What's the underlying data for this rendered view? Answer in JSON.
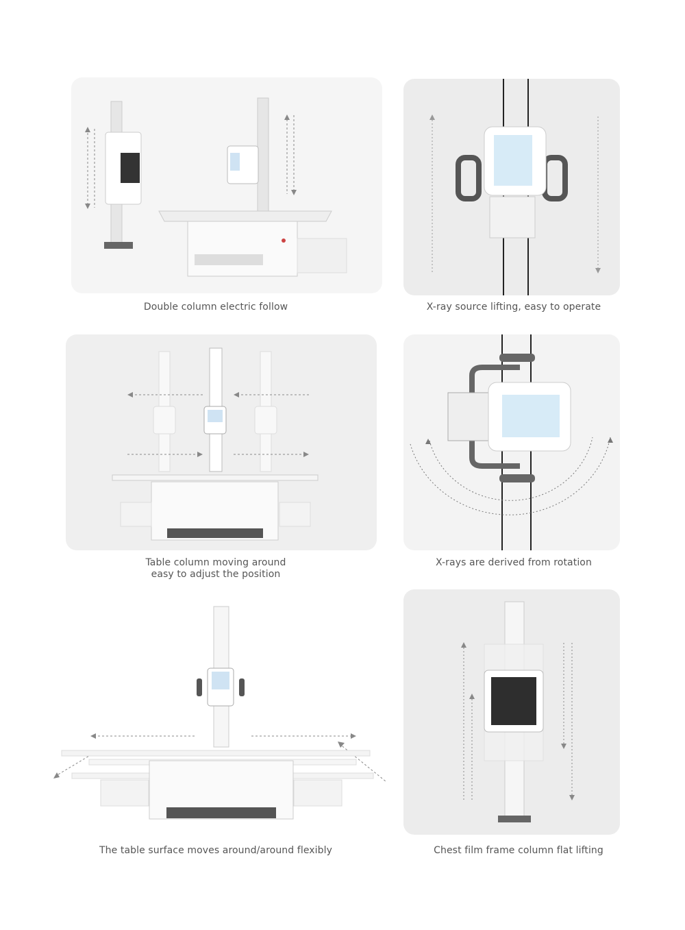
{
  "features": [
    {
      "caption": "Double column electric follow"
    },
    {
      "caption": "X-ray source lifting, easy to operate"
    },
    {
      "caption_lines": [
        "Table column moving around",
        "easy to adjust the position"
      ]
    },
    {
      "caption": "X-rays are derived from rotation"
    },
    {
      "caption": "The table surface moves around/around flexibly"
    },
    {
      "caption": "Chest film frame column flat lifting"
    }
  ],
  "colors": {
    "panel_light": "#f4f4f4",
    "panel_mid": "#ececec",
    "caption": "#555555",
    "arrow": "#888888"
  }
}
